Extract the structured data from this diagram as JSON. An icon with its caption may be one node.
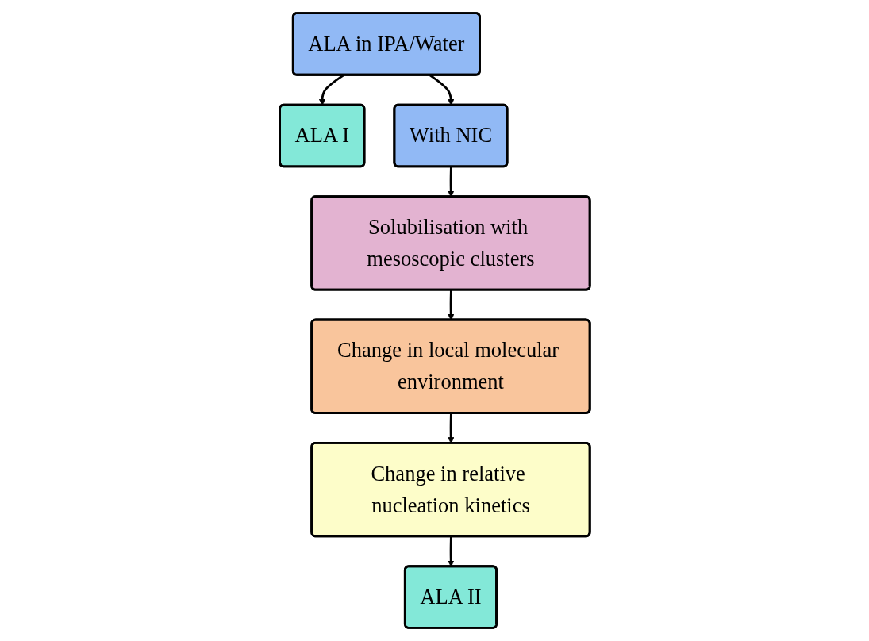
{
  "diagram": {
    "nodes": [
      {
        "text": [
          "ALA in IPA/Water"
        ]
      },
      {
        "text": [
          "ALA I"
        ]
      },
      {
        "text": [
          "With NIC"
        ]
      },
      {
        "text": [
          "Solubilisation with mesoscopic clusters"
        ]
      },
      {
        "text": [
          "Change in local molecular environment"
        ]
      },
      {
        "text": [
          "Change in relative nucleation kinetics"
        ]
      },
      {
        "text": [
          "ALA II"
        ]
      }
    ],
    "edges": [
      {
        "from": 0,
        "to": 1,
        "arrow": "to"
      },
      {
        "from": 0,
        "to": 2,
        "arrow": "to"
      },
      {
        "from": 2,
        "to": 3,
        "arrow": "to"
      },
      {
        "from": 3,
        "to": 4,
        "arrow": "to"
      },
      {
        "from": 4,
        "to": 5,
        "arrow": "to"
      },
      {
        "from": 5,
        "to": 6,
        "arrow": "to"
      }
    ]
  }
}
